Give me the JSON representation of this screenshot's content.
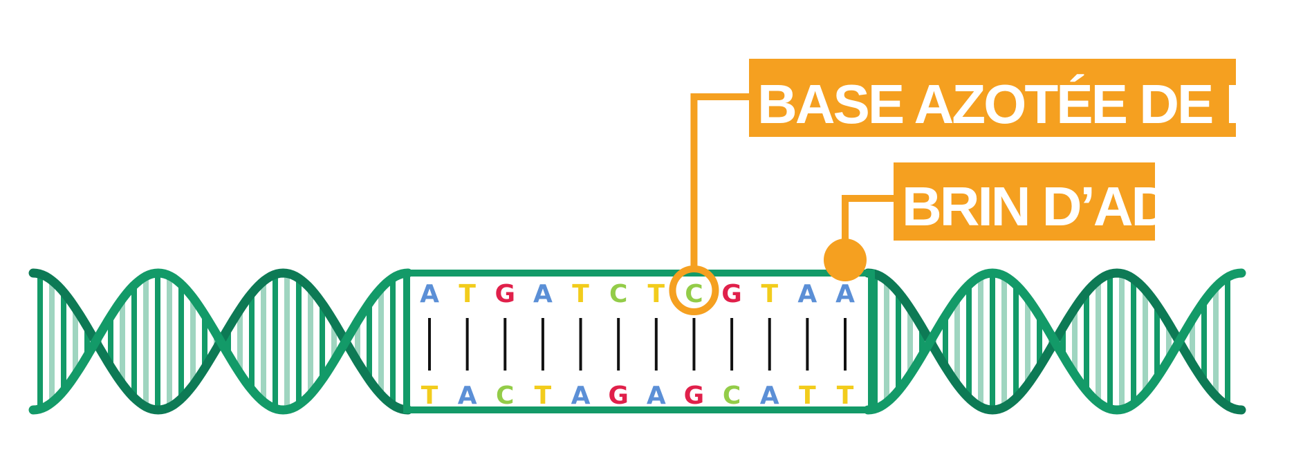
{
  "labels": {
    "base_label": "BASE AZOTÉE DE L’ADN",
    "strand_label": "BRIN D’ADN"
  },
  "sequence": {
    "top": [
      "A",
      "T",
      "G",
      "A",
      "T",
      "C",
      "T",
      "C",
      "G",
      "T",
      "A",
      "A"
    ],
    "bottom": [
      "T",
      "A",
      "C",
      "T",
      "A",
      "G",
      "A",
      "G",
      "C",
      "A",
      "T",
      "T"
    ],
    "highlighted_index": 7
  },
  "colors": {
    "A": "#5b8fd6",
    "T": "#f2cc1c",
    "G": "#e0204a",
    "C": "#93cc48",
    "helix_dark": "#0d7a55",
    "helix_main": "#139a68",
    "helix_light": "#9fd5c0",
    "callout": "#f5a020",
    "bond": "#111111"
  },
  "icons": {
    "callout_dot": "strand-marker-dot",
    "callout_ring": "base-highlight-ring"
  }
}
